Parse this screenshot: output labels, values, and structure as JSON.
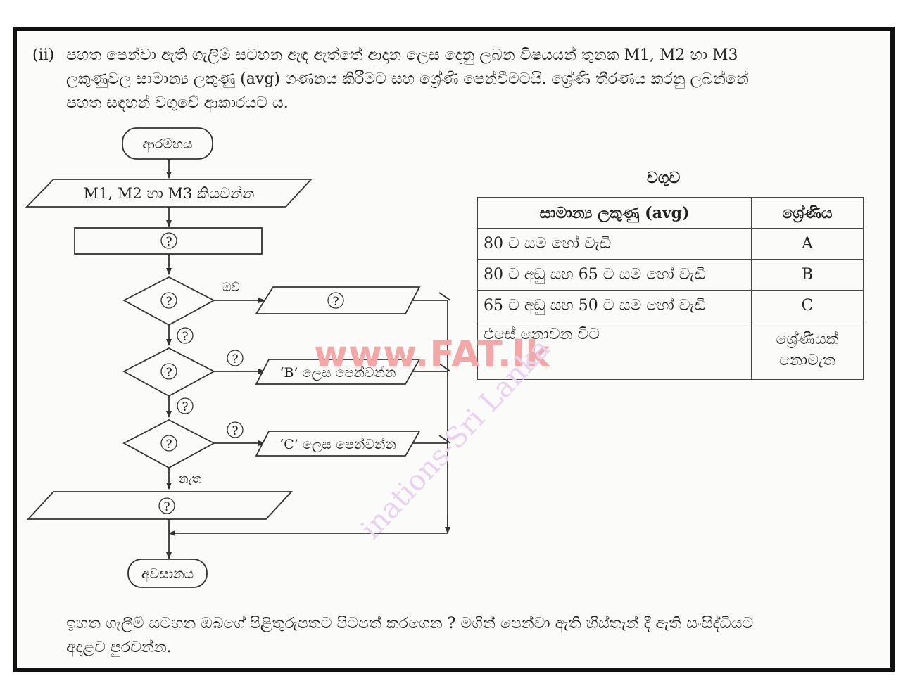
{
  "question": {
    "label": "(ii)",
    "lines": [
      "පහත පෙන්වා ඇති ගැලීම් සටහන ඇඳ ඇත්තේ ආදාන ලෙස දෙනු ලබන විෂයයන් තුනක M1, M2 හා M3",
      "ලකුණුවල සාමාන්‍ය ලකුණු (avg) ගණනය කිරීමට සහ ශ්‍රේණි පෙන්වීමටයි. ශ්‍රේණි තීරණය කරනු ලබන්නේ",
      "පහත සඳහන් වගුවේ ආකාරයට ය."
    ]
  },
  "flowchart": {
    "start": "ආරම්භය",
    "input": "M1, M2 හා M3 කියවන්න",
    "placeholder": "?",
    "yes_label": "ඔව්",
    "no_label": "නැත",
    "output_b": "‘B’ ලෙස පෙන්වන්න",
    "output_c": "‘C’ ලෙස පෙන්වන්න",
    "end": "අවසානය"
  },
  "table": {
    "title": "වගුව",
    "headers": [
      "සාමාන්‍ය ලකුණු (avg)",
      "ශ්‍රේණිය"
    ],
    "rows": [
      {
        "range": "80 ට සම හෝ වැඩි",
        "grade": "A"
      },
      {
        "range": "80 ට අඩු සහ 65 ට සම හෝ වැඩි",
        "grade": "B"
      },
      {
        "range": "65 ට අඩු සහ 50 ට සම හෝ වැඩි",
        "grade": "C"
      },
      {
        "range": "එසේ නොවන විට",
        "grade": "ශ්‍රේණියක්\nනොමැත"
      }
    ]
  },
  "instruction": [
    "ඉහත ගැලීම් සටහන ඔබගේ පිළිතුරුපතට පිටපත් කරගෙන ? මගින් පෙන්වා ඇති හිස්තැන් දී ඇති සංසිද්ධියට",
    "අදාළව පුරවන්න."
  ],
  "watermark": "www.FAT.lk",
  "diagonal_watermark": "inations-Sri Lanka"
}
